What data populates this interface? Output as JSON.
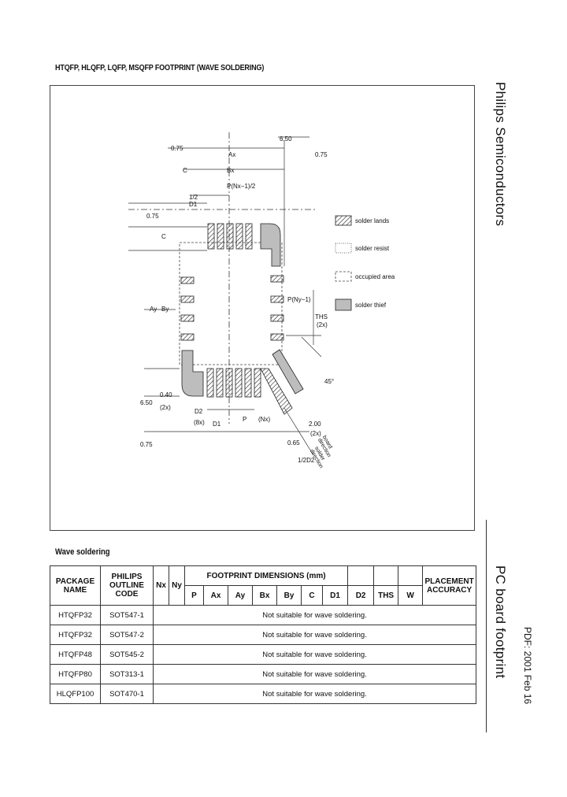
{
  "header": {
    "title": "HTQFP, HLQFP, LQFP, MSQFP FOOTPRINT (WAVE SOLDERING)"
  },
  "side": {
    "company": "Philips Semiconductors",
    "section": "PC board footprint",
    "pdf_date": "PDF: 2001 Feb 16"
  },
  "diagram": {
    "dims": {
      "d650": "6.50",
      "d075a": "0.75",
      "ax": "Ax",
      "d075b": "0.75",
      "c_top": "C",
      "bx": "Bx",
      "pnx": "P(Nx−1)/2",
      "half_d1": "1/2 D1",
      "d075c": "0.75",
      "c_left": "C",
      "ay": "Ay",
      "by": "By",
      "pny": "P(Ny−1)",
      "ths": "THS",
      "ths_2x": "(2x)",
      "d045": "45°",
      "d040": "0.40",
      "d040_2x": "(2x)",
      "d065": "6.50",
      "d2": "D2",
      "d2_8x": "(8x)",
      "d1": "D1",
      "p": "P",
      "p_nx": "(Nx)",
      "d200": "2.00",
      "d200_2x": "(2x)",
      "d075d": "0.75",
      "d065b": "0.65",
      "board": "board direction",
      "sold": "solder direction",
      "d1sq": "1/2D2"
    },
    "legend": [
      {
        "label": "solder lands",
        "pattern": "hatch"
      },
      {
        "label": "solder resist",
        "pattern": "dotted"
      },
      {
        "label": "occupied area",
        "pattern": "dashed"
      },
      {
        "label": "solder thief",
        "pattern": "grey"
      }
    ]
  },
  "table": {
    "section_title": "Wave soldering",
    "headers": {
      "package": "PACKAGE NAME",
      "outline": "PHILIPS OUTLINE CODE",
      "nx": "Nx",
      "ny": "Ny",
      "footprint": "FOOTPRINT DIMENSIONS (mm)",
      "placement": "PLACEMENT ACCURACY",
      "cols": [
        "P",
        "Ax",
        "Ay",
        "Bx",
        "By",
        "C",
        "D1",
        "D2",
        "THS",
        "W"
      ]
    },
    "rows": [
      {
        "package": "HTQFP32",
        "outline": "SOT547-1",
        "note": "Not suitable for wave soldering."
      },
      {
        "package": "HTQFP32",
        "outline": "SOT547-2",
        "note": "Not suitable for wave soldering."
      },
      {
        "package": "HTQFP48",
        "outline": "SOT545-2",
        "note": "Not suitable for wave soldering."
      },
      {
        "package": "HTQFP80",
        "outline": "SOT313-1",
        "note": "Not suitable for wave soldering."
      },
      {
        "package": "HLQFP100",
        "outline": "SOT470-1",
        "note": "Not suitable for wave soldering."
      }
    ]
  },
  "colors": {
    "line": "#333333",
    "thief": "#bdbdbd"
  }
}
